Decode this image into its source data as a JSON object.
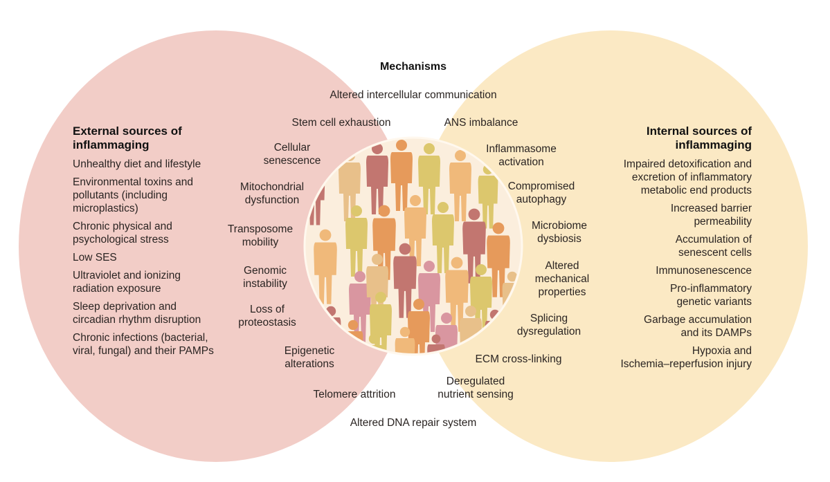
{
  "colors": {
    "external_fill": "#f2cdc7",
    "internal_fill": "#fbe9c4",
    "overlap_fill": "#f6d7b5",
    "inner_circle_fill": "#fbeedd",
    "divider": "#fff8ee",
    "people_palette": [
      "#c27670",
      "#e69a5b",
      "#e8c08a",
      "#dcc76d",
      "#d996a0",
      "#f0b97a"
    ]
  },
  "external": {
    "heading_line1": "External sources of",
    "heading_line2": "inflammaging",
    "items": [
      [
        "Unhealthy diet and lifestyle"
      ],
      [
        "Environmental toxins and",
        "pollutants (including",
        "microplastics)"
      ],
      [
        "Chronic physical and",
        "psychological stress"
      ],
      [
        "Low SES"
      ],
      [
        "Ultraviolet and ionizing",
        "radiation exposure"
      ],
      [
        "Sleep deprivation and",
        "circadian rhythm disruption"
      ],
      [
        "Chronic infections (bacterial,",
        "viral, fungal) and their PAMPs"
      ]
    ]
  },
  "internal": {
    "heading_line1": "Internal sources of",
    "heading_line2": "inflammaging",
    "items": [
      [
        "Impaired detoxification and",
        "excretion of inflammatory",
        "metabolic end products"
      ],
      [
        "Increased barrier",
        "permeability"
      ],
      [
        "Accumulation of",
        "senescent cells"
      ],
      [
        "Immunosenescence"
      ],
      [
        "Pro-inflammatory",
        "genetic variants"
      ],
      [
        "Garbage accumulation",
        "and its DAMPs"
      ],
      [
        "Hypoxia and",
        "Ischemia–reperfusion injury"
      ]
    ]
  },
  "mechanisms": {
    "title": "Mechanisms",
    "items": [
      {
        "lines": [
          "Altered intercellular communication"
        ]
      },
      {
        "lines": [
          "Stem cell exhaustion"
        ]
      },
      {
        "lines": [
          "ANS imbalance"
        ]
      },
      {
        "lines": [
          "Cellular",
          "senescence"
        ]
      },
      {
        "lines": [
          "Inflammasome",
          "activation"
        ]
      },
      {
        "lines": [
          "Mitochondrial",
          "dysfunction"
        ]
      },
      {
        "lines": [
          "Compromised",
          "autophagy"
        ]
      },
      {
        "lines": [
          "Transposome",
          "mobility"
        ]
      },
      {
        "lines": [
          "Microbiome",
          "dysbiosis"
        ]
      },
      {
        "lines": [
          "Genomic",
          "instability"
        ]
      },
      {
        "lines": [
          "Altered",
          "mechanical",
          "properties"
        ]
      },
      {
        "lines": [
          "Loss of",
          "proteostasis"
        ]
      },
      {
        "lines": [
          "Splicing",
          "dysregulation"
        ]
      },
      {
        "lines": [
          "Epigenetic",
          "alterations"
        ]
      },
      {
        "lines": [
          "ECM cross-linking"
        ]
      },
      {
        "lines": [
          "Telomere attrition"
        ]
      },
      {
        "lines": [
          "Deregulated",
          "nutrient sensing"
        ]
      },
      {
        "lines": [
          "Altered DNA repair system"
        ]
      }
    ]
  },
  "center_image": {
    "description": "people-silhouettes-icon"
  }
}
